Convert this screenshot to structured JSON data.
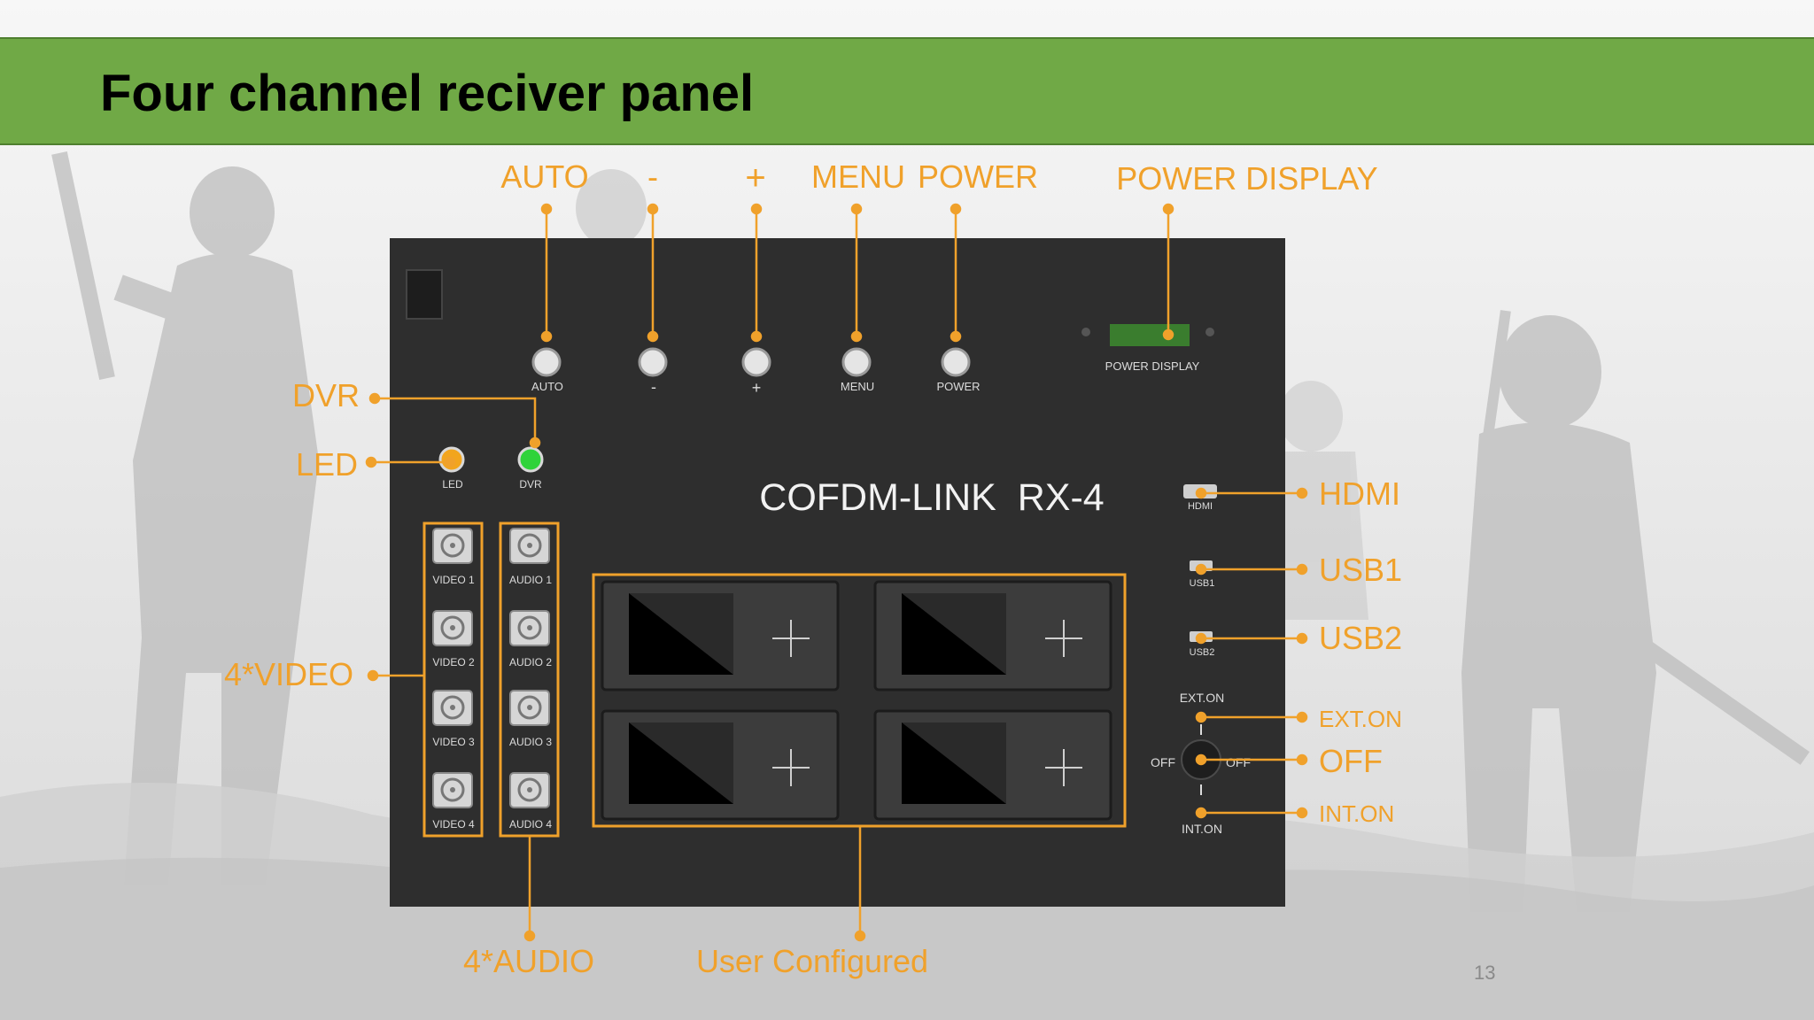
{
  "slide": {
    "title": "Four channel reciver panel",
    "page_number": "13"
  },
  "panel": {
    "model": "COFDM-LINK  RX-4",
    "buttons": [
      {
        "key": "auto",
        "label": "AUTO"
      },
      {
        "key": "minus",
        "label": "-"
      },
      {
        "key": "plus",
        "label": "+"
      },
      {
        "key": "menu",
        "label": "MENU"
      },
      {
        "key": "power",
        "label": "POWER"
      }
    ],
    "power_display_label": "POWER DISPLAY",
    "led_label": "LED",
    "dvr_label": "DVR",
    "video_ports": [
      "VIDEO 1",
      "VIDEO 2",
      "VIDEO 3",
      "VIDEO 4"
    ],
    "audio_ports": [
      "AUDIO 1",
      "AUDIO 2",
      "AUDIO 3",
      "AUDIO 4"
    ],
    "hdmi_label": "HDMI",
    "usb1_label": "USB1",
    "usb2_label": "USB2",
    "ext_on_label": "EXT.ON",
    "int_on_label": "INT.ON",
    "off_left": "OFF",
    "off_right": "OFF"
  },
  "callouts": {
    "auto": "AUTO",
    "minus": "-",
    "plus": "+",
    "menu": "MENU",
    "power": "POWER",
    "power_display": "POWER DISPLAY",
    "dvr": "DVR",
    "led": "LED",
    "video": "4*VIDEO",
    "audio": "4*AUDIO",
    "user_configured": "User Configured",
    "hdmi": "HDMI",
    "usb1": "USB1",
    "usb2": "USB2",
    "ext_on": "EXT.ON",
    "off": "OFF",
    "int_on": "INT.ON"
  },
  "colors": {
    "accent": "#f0a12b",
    "title_bar": "#70a946",
    "panel": "#2e2e2e",
    "dvr_led": "#2fd33a",
    "led": "#f2a51e"
  }
}
